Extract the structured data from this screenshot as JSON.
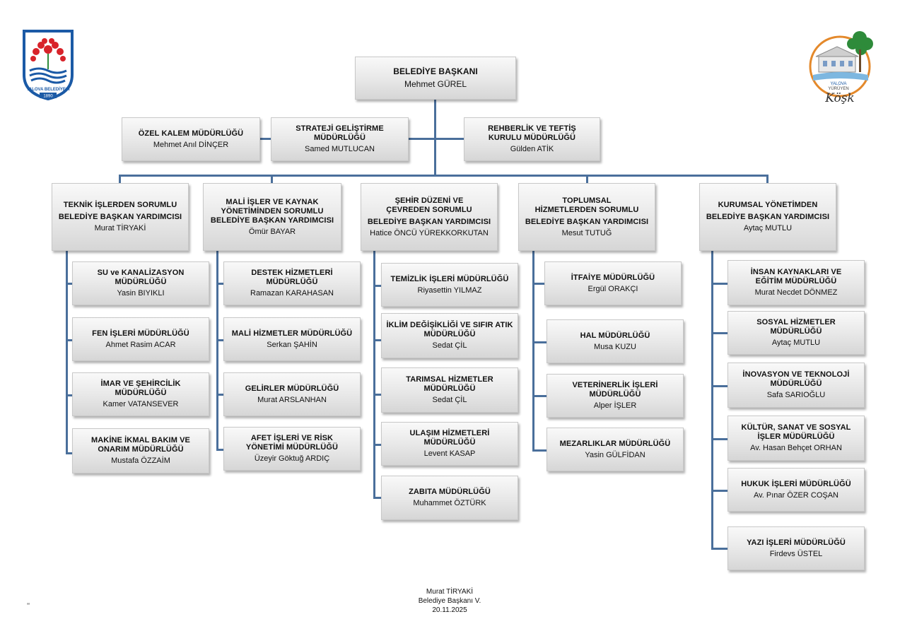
{
  "top": {
    "title": "BELEDİYE BAŞKANI",
    "name": "Mehmet GÜREL"
  },
  "staff": [
    {
      "title": "ÖZEL KALEM MÜDÜRLÜĞÜ",
      "name": "Mehmet Anıl DİNÇER"
    },
    {
      "title": "STRATEJİ GELİŞTİRME MÜDÜRLÜĞÜ",
      "name": "Samed MUTLUCAN"
    },
    {
      "title": "REHBERLİK VE TEFTİŞ KURULU MÜDÜRLÜĞÜ",
      "name": "Gülden ATİK"
    }
  ],
  "deputies": [
    {
      "title1": "TEKNİK İŞLERDEN SORUMLU",
      "title2": "BELEDİYE BAŞKAN YARDIMCISI",
      "name": "Murat TİRYAKİ",
      "units": [
        {
          "title": "SU ve KANALİZASYON MÜDÜRLÜĞÜ",
          "name": "Yasin BIYIKLI"
        },
        {
          "title": "FEN İŞLERİ MÜDÜRLÜĞÜ",
          "name": "Ahmet Rasim ACAR"
        },
        {
          "title": "İMAR VE ŞEHİRCİLİK MÜDÜRLÜĞÜ",
          "name": "Kamer VATANSEVER"
        },
        {
          "title": "MAKİNE İKMAL BAKIM VE ONARIM MÜDÜRLÜĞÜ",
          "name": "Mustafa ÖZZAİM"
        }
      ]
    },
    {
      "title1": "MALİ İŞLER VE KAYNAK YÖNETİMİNDEN SORUMLU",
      "title2": "BELEDİYE BAŞKAN YARDIMCISI",
      "name": "Ömür BAYAR",
      "units": [
        {
          "title": "DESTEK HİZMETLERİ MÜDÜRLÜĞÜ",
          "name": "Ramazan KARAHASAN"
        },
        {
          "title": "MALİ HİZMETLER MÜDÜRLÜĞÜ",
          "name": "Serkan ŞAHİN"
        },
        {
          "title": "GELİRLER MÜDÜRLÜĞÜ",
          "name": "Murat ARSLANHAN"
        },
        {
          "title": "AFET İŞLERİ VE RİSK YÖNETİMİ MÜDÜRLÜĞÜ",
          "name": "Üzeyir Göktuğ ARDIÇ"
        }
      ]
    },
    {
      "title1": "ŞEHİR DÜZENİ VE ÇEVREDEN SORUMLU",
      "title2": "BELEDİYE BAŞKAN YARDIMCISI",
      "name": "Hatice ÖNCÜ YÜREKKORKUTAN",
      "units": [
        {
          "title": "TEMİZLİK İŞLERİ MÜDÜRLÜĞÜ",
          "name": "Riyasettin YILMAZ"
        },
        {
          "title": "İKLİM DEĞİŞİKLİĞİ VE SIFIR ATIK MÜDÜRLÜĞÜ",
          "name": "Sedat ÇİL"
        },
        {
          "title": "TARIMSAL HİZMETLER MÜDÜRLÜĞÜ",
          "name": "Sedat ÇİL"
        },
        {
          "title": "ULAŞIM HİZMETLERİ MÜDÜRLÜĞÜ",
          "name": "Levent KASAP"
        },
        {
          "title": "ZABITA MÜDÜRLÜĞÜ",
          "name": "Muhammet ÖZTÜRK"
        }
      ]
    },
    {
      "title1": "TOPLUMSAL HİZMETLERDEN SORUMLU",
      "title2": "BELEDİYE BAŞKAN YARDIMCISI",
      "name": "Mesut TUTUĞ",
      "units": [
        {
          "title": "İTFAİYE MÜDÜRLÜĞÜ",
          "name": "Ergül ORAKÇI"
        },
        {
          "title": "HAL MÜDÜRLÜĞÜ",
          "name": "Musa KUZU"
        },
        {
          "title": "VETERİNERLİK İŞLERİ MÜDÜRLÜĞÜ",
          "name": "Alper İŞLER"
        },
        {
          "title": "MEZARLIKLAR MÜDÜRLÜĞÜ",
          "name": "Yasin GÜLFİDAN"
        }
      ]
    },
    {
      "title1": "KURUMSAL YÖNETİMDEN",
      "title2": "BELEDİYE BAŞKAN YARDIMCISI",
      "name": "Aytaç MUTLU",
      "units": [
        {
          "title": "İNSAN KAYNAKLARI VE EĞİTİM MÜDÜRLÜĞÜ",
          "name": "Murat Necdet DÖNMEZ"
        },
        {
          "title": "SOSYAL HİZMETLER MÜDÜRLÜĞÜ",
          "name": "Aytaç MUTLU"
        },
        {
          "title": "İNOVASYON VE TEKNOLOJİ MÜDÜRLÜĞÜ",
          "name": "Safa SARIOĞLU"
        },
        {
          "title": "KÜLTÜR, SANAT VE SOSYAL İŞLER MÜDÜRLÜĞÜ",
          "name": "Av. Hasan Behçet ORHAN"
        },
        {
          "title": "HUKUK İŞLERİ MÜDÜRLÜĞÜ",
          "name": "Av. Pınar ÖZER COŞAN"
        },
        {
          "title": "YAZI İŞLERİ MÜDÜRLÜĞÜ",
          "name": "Firdevs ÜSTEL"
        }
      ]
    }
  ],
  "footer": {
    "name": "Murat TİRYAKİ",
    "role": "Belediye Başkanı V.",
    "date": "20.11.2025"
  },
  "corner_mark": "‘‘",
  "logos": {
    "left": {
      "ring_text": "YALOVA BELEDİYESİ",
      "year": "1890",
      "color": "#1b5aa6",
      "accent": "#d8232a"
    },
    "right": {
      "line1": "YALOVA",
      "line2": "YÜRÜYEN",
      "line3": "Köşk",
      "accent": "#e4892b",
      "tree": "#2e8b3a"
    }
  },
  "colors": {
    "connector": "#4a6f9b"
  }
}
